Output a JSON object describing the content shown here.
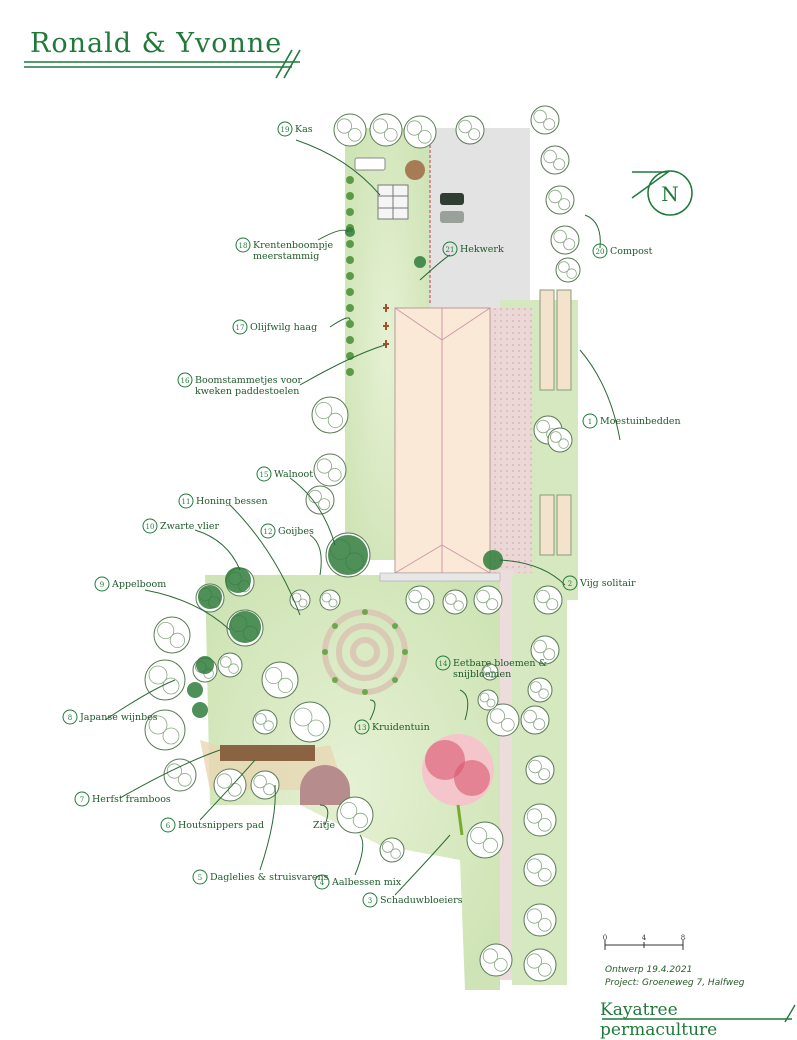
{
  "title": "Ronald & Yvonne",
  "brand": "Kayatree permaculture",
  "date_note": "Ontwerp 19.4.2021",
  "project_note": "Project: Groeneweg 7, Halfweg",
  "compass_letter": "N",
  "scale": {
    "ticks": [
      "0",
      "4",
      "8"
    ]
  },
  "colors": {
    "accent": "#1f7a3a",
    "lawn": "#dcebc6",
    "path": "#d9d9d9",
    "roof": "#fbe9d7",
    "tree": "#3f8a3a"
  },
  "labels": [
    {
      "id": "kas",
      "num": "19",
      "text": "Kas"
    },
    {
      "id": "krentenboompje",
      "num": "18",
      "text": "Krentenboompje",
      "text2": "meerstammig"
    },
    {
      "id": "olijfwilg",
      "num": "17",
      "text": "Olijfwilg haag"
    },
    {
      "id": "boomstammetjes",
      "num": "16",
      "text": "Boomstammetjes voor",
      "text2": "kweken paddestoelen"
    },
    {
      "id": "walnoot",
      "num": "15",
      "text": "Walnoot"
    },
    {
      "id": "honing",
      "num": "11",
      "text": "Honing bessen"
    },
    {
      "id": "zwarte",
      "num": "10",
      "text": "Zwarte vlier"
    },
    {
      "id": "goijbes",
      "num": "12",
      "text": "Goijbes"
    },
    {
      "id": "appelboom",
      "num": "9",
      "text": "Appelboom"
    },
    {
      "id": "japanse",
      "num": "8",
      "text": "Japanse wijnbes"
    },
    {
      "id": "herfst",
      "num": "7",
      "text": "Herfst framboos"
    },
    {
      "id": "houtsnippers",
      "num": "6",
      "text": "Houtsnippers pad"
    },
    {
      "id": "zitje",
      "num": "",
      "text": "Zitje"
    },
    {
      "id": "daglelies",
      "num": "5",
      "text": "Daglelies & struisvarens"
    },
    {
      "id": "aalbessen",
      "num": "4",
      "text": "Aalbessen mix"
    },
    {
      "id": "schaduw",
      "num": "3",
      "text": "Schaduwbloeiers"
    },
    {
      "id": "kruidentuin",
      "num": "13",
      "text": "Kruidentuin"
    },
    {
      "id": "eetbare",
      "num": "14",
      "text": "Eetbare bloemen &",
      "text2": "snijbloemen"
    },
    {
      "id": "vijg",
      "num": "2",
      "text": "Vijg solitair"
    },
    {
      "id": "moestuin",
      "num": "1",
      "text": "Moestuinbedden"
    },
    {
      "id": "compost",
      "num": "20",
      "text": "Compost"
    },
    {
      "id": "hekwerk",
      "num": "21",
      "text": "Hekwerk"
    }
  ]
}
